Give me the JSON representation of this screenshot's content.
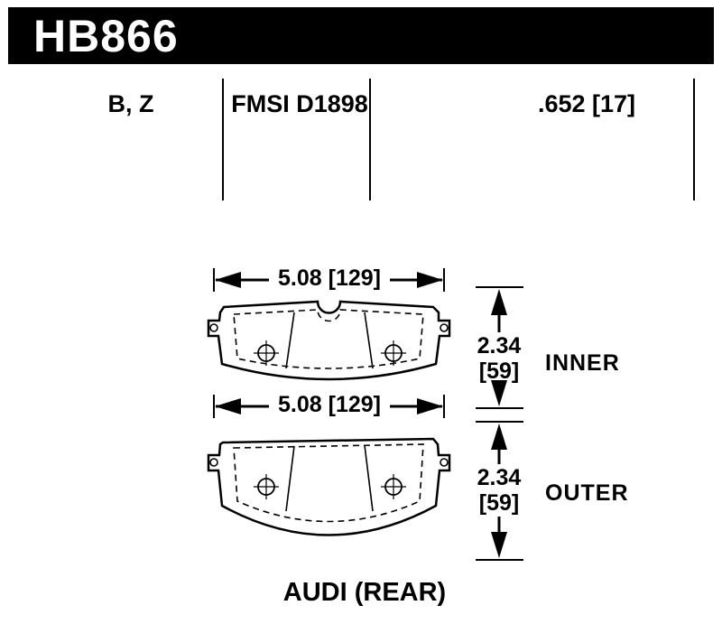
{
  "header": {
    "part_number": "HB866"
  },
  "spec": {
    "compounds": "B, Z",
    "fmsi": "FMSI D1898",
    "thickness": ".652 [17]"
  },
  "inner": {
    "width": "5.08 [129]",
    "height_in": "2.34",
    "height_mm": "[59]",
    "label": "INNER"
  },
  "outer": {
    "width": "5.08 [129]",
    "height_in": "2.34",
    "height_mm": "[59]",
    "label": "OUTER"
  },
  "application": "AUDI (REAR)",
  "colors": {
    "banner_bg": "#000000",
    "banner_fg": "#ffffff",
    "line": "#000000",
    "background": "#ffffff"
  }
}
